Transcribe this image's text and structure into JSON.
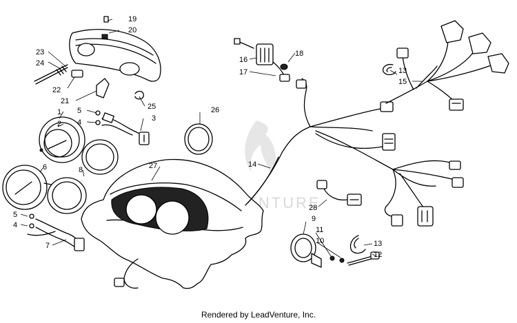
{
  "footer": {
    "rendered_by": "Rendered by LeadVenture, Inc."
  },
  "watermark": {
    "text": "LEADVENTURE",
    "color": "#d9d9d9"
  },
  "callouts": {
    "c1": "1",
    "c2": "2",
    "c3": "3",
    "c4a": "4",
    "c4b": "4",
    "c5a": "5",
    "c5b": "5",
    "c6": "6",
    "c7": "7",
    "c8": "8",
    "c9": "9",
    "c10": "10",
    "c11": "11",
    "c12": "12",
    "c13a": "13",
    "c13b": "13",
    "c14": "14",
    "c15": "15",
    "c16": "16",
    "c17": "17",
    "c18": "18",
    "c19": "19",
    "c20": "20",
    "c21": "21",
    "c22": "22",
    "c23": "23",
    "c24": "24",
    "c25": "25",
    "c26": "26",
    "c27": "27",
    "c28": "28"
  }
}
